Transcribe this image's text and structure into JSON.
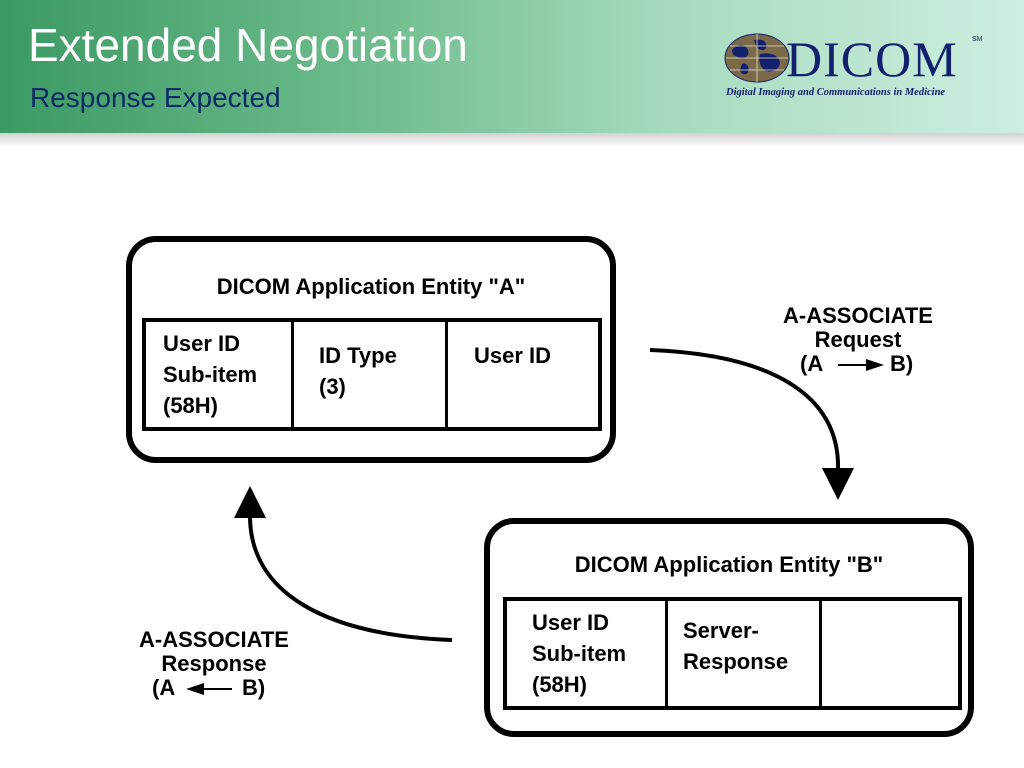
{
  "slide": {
    "title": "Extended Negotiation",
    "subtitle": "Response Expected"
  },
  "logo": {
    "wordmark": "DICOM",
    "trademark": "SM",
    "tagline": "Digital Imaging and Communications in Medicine",
    "icon": "globe-icon"
  },
  "entity_a": {
    "title": "DICOM Application Entity \"A\"",
    "cells": [
      "User ID\nSub-item\n(58H)",
      "ID Type\n(3)",
      "User ID"
    ]
  },
  "entity_b": {
    "title": "DICOM Application Entity \"B\"",
    "cells": [
      "User ID\nSub-item\n(58H)",
      "Server-\nResponse",
      ""
    ]
  },
  "request": {
    "line1": "A-ASSOCIATE",
    "line2": "Request",
    "from": "(A",
    "to": "B)",
    "arrow_icon": "arrow-right-icon"
  },
  "response": {
    "line1": "A-ASSOCIATE",
    "line2": "Response",
    "from": "(A",
    "to": "B)",
    "arrow_icon": "arrow-left-icon"
  },
  "colors": {
    "header_green": "#3b9a63",
    "title_text": "#ffffff",
    "subtitle_text": "#0b2a66",
    "logo_navy": "#13206e"
  }
}
